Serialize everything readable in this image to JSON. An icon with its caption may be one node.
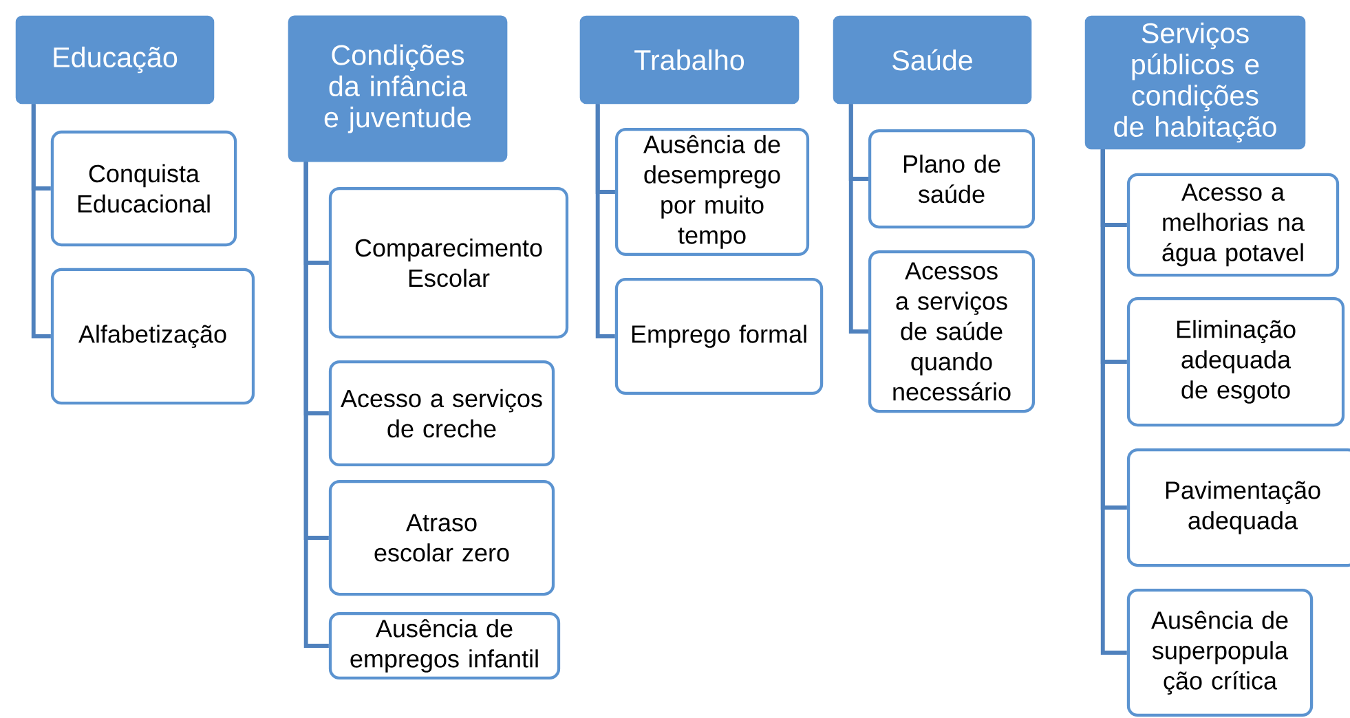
{
  "diagram": {
    "nodes": [
      {
        "text": [
          "Educação"
        ]
      },
      {
        "text": [
          "Conquista Educacional"
        ]
      },
      {
        "text": [
          "Alfabetização"
        ]
      },
      {
        "text": [
          "Condições da infância e juventude"
        ]
      },
      {
        "text": [
          "Comparecimento Escolar"
        ]
      },
      {
        "text": [
          "Acesso a serviços de creche"
        ]
      },
      {
        "text": [
          "Atraso escolar zero"
        ]
      },
      {
        "text": [
          "Ausência de empregos infantil"
        ]
      },
      {
        "text": [
          "Trabalho"
        ]
      },
      {
        "text": [
          "Ausência de desemprego por muito tempo"
        ]
      },
      {
        "text": [
          "Emprego formal"
        ]
      },
      {
        "text": [
          "Saúde"
        ]
      },
      {
        "text": [
          "Plano de saúde"
        ]
      },
      {
        "text": [
          "Acessos a serviços de saúde quando necessário"
        ]
      },
      {
        "text": [
          "Serviços públicos e condições de habitação"
        ]
      },
      {
        "text": [
          "Acesso a melhorias na água potavel"
        ]
      },
      {
        "text": [
          "Eliminação adequada de esgoto"
        ]
      },
      {
        "text": [
          "Pavimentação adequada"
        ]
      },
      {
        "text": [
          "Ausência de superpopula ção crítica"
        ]
      }
    ],
    "edges": [
      {
        "from": 0,
        "to": 1,
        "arrow": "none"
      },
      {
        "from": 0,
        "to": 2,
        "arrow": "none"
      },
      {
        "from": 3,
        "to": 4,
        "arrow": "none"
      },
      {
        "from": 3,
        "to": 5,
        "arrow": "none"
      },
      {
        "from": 3,
        "to": 6,
        "arrow": "none"
      },
      {
        "from": 3,
        "to": 7,
        "arrow": "none"
      },
      {
        "from": 8,
        "to": 9,
        "arrow": "none"
      },
      {
        "from": 8,
        "to": 10,
        "arrow": "none"
      },
      {
        "from": 11,
        "to": 12,
        "arrow": "none"
      },
      {
        "from": 11,
        "to": 13,
        "arrow": "none"
      },
      {
        "from": 14,
        "to": 15,
        "arrow": "none"
      },
      {
        "from": 14,
        "to": 16,
        "arrow": "none"
      },
      {
        "from": 14,
        "to": 17,
        "arrow": "none"
      },
      {
        "from": 14,
        "to": 18,
        "arrow": "none"
      }
    ]
  }
}
